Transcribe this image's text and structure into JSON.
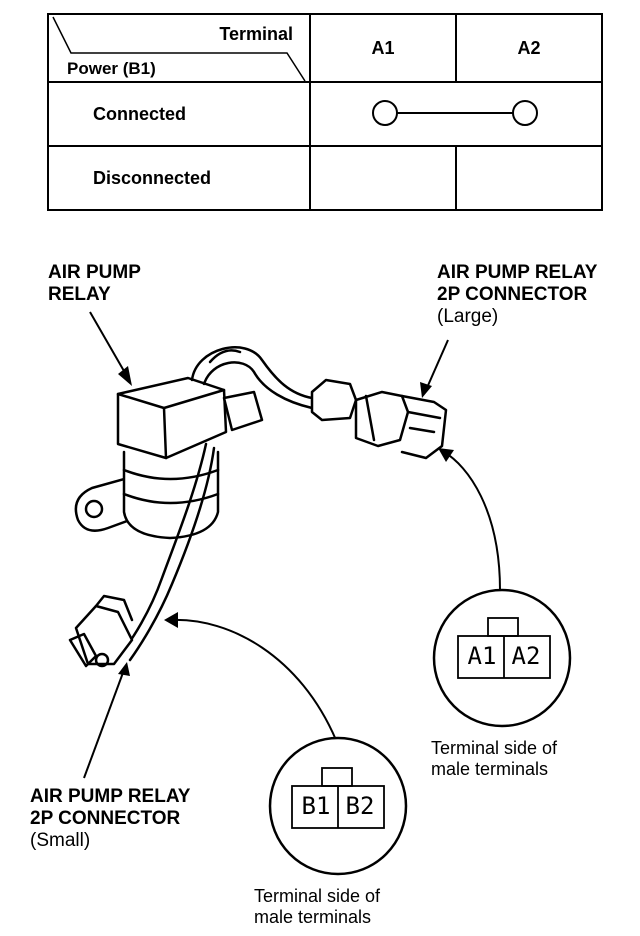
{
  "table": {
    "corner_top": "Terminal",
    "corner_bottom": "Power (B1)",
    "columns": [
      "A1",
      "A2"
    ],
    "rows": [
      {
        "label": "Connected",
        "continuity": true
      },
      {
        "label": "Disconnected",
        "continuity": false
      }
    ]
  },
  "labels": {
    "relay_line1": "AIR PUMP",
    "relay_line2": "RELAY",
    "large_conn_line1": "AIR PUMP RELAY",
    "large_conn_line2": "2P CONNECTOR",
    "large_conn_size": "(Large)",
    "small_conn_line1": "AIR PUMP RELAY",
    "small_conn_line2": "2P CONNECTOR",
    "small_conn_size": "(Small)"
  },
  "connectors": {
    "large": {
      "pins": [
        "A1",
        "A2"
      ],
      "caption_line1": "Terminal side of",
      "caption_line2": "male terminals"
    },
    "small": {
      "pins": [
        "B1",
        "B2"
      ],
      "caption_line1": "Terminal side of",
      "caption_line2": "male terminals"
    }
  }
}
